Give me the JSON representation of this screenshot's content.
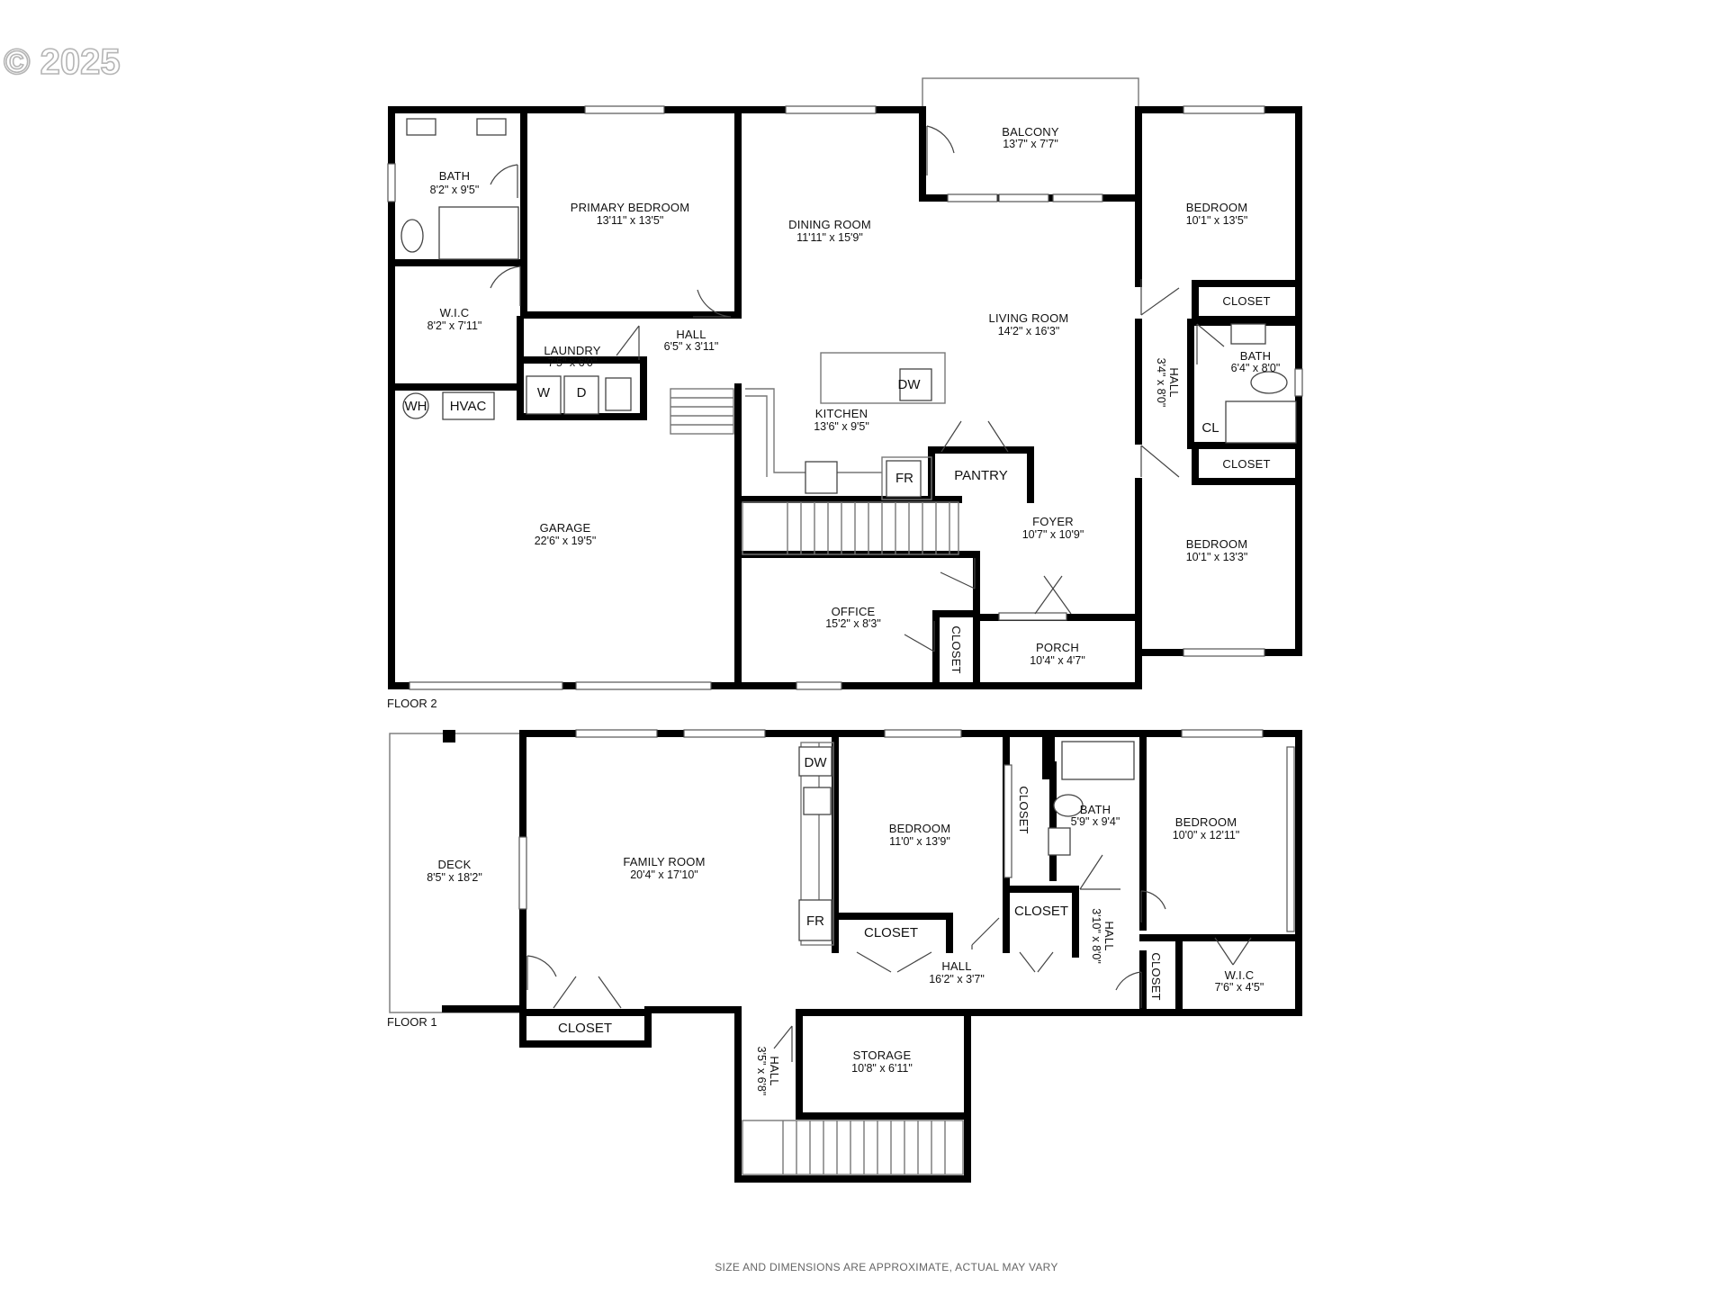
{
  "watermark": "© 2025",
  "disclaimer": "SIZE AND DIMENSIONS ARE APPROXIMATE, ACTUAL MAY VARY",
  "floor2": {
    "label": "FLOOR 2",
    "rooms": {
      "bath_primary": {
        "name": "BATH",
        "dim": "8'2\" x 9'5\""
      },
      "primary_bedroom": {
        "name": "PRIMARY BEDROOM",
        "dim": "13'11\" x 13'5\""
      },
      "wic": {
        "name": "W.I.C",
        "dim": "8'2\" x 7'11\""
      },
      "laundry": {
        "name": "LAUNDRY",
        "dim": "7'5\" x 6'0\""
      },
      "hall": {
        "name": "HALL",
        "dim": "6'5\" x 3'11\""
      },
      "dining_room": {
        "name": "DINING ROOM",
        "dim": "11'11\" x 15'9\""
      },
      "balcony": {
        "name": "BALCONY",
        "dim": "13'7\" x 7'7\""
      },
      "living_room": {
        "name": "LIVING ROOM",
        "dim": "14'2\" x 16'3\""
      },
      "kitchen": {
        "name": "KITCHEN",
        "dim": "13'6\" x 9'5\""
      },
      "bedroom_ne": {
        "name": "BEDROOM",
        "dim": "10'1\" x 13'5\""
      },
      "closet_ne": {
        "name": "CLOSET"
      },
      "bath_east": {
        "name": "BATH",
        "dim": "6'4\" x 8'0\""
      },
      "hall_east": {
        "name": "HALL",
        "dim": "3'4\" x 8'0\""
      },
      "cl": {
        "name": "CL"
      },
      "closet_se": {
        "name": "CLOSET"
      },
      "bedroom_se": {
        "name": "BEDROOM",
        "dim": "10'1\" x 13'3\""
      },
      "garage": {
        "name": "GARAGE",
        "dim": "22'6\" x 19'5\""
      },
      "foyer": {
        "name": "FOYER",
        "dim": "10'7\" x 10'9\""
      },
      "office": {
        "name": "OFFICE",
        "dim": "15'2\" x 8'3\""
      },
      "office_closet": {
        "name": "CLOSET"
      },
      "porch": {
        "name": "PORCH",
        "dim": "10'4\" x 4'7\""
      },
      "pantry": {
        "name": "PANTRY"
      }
    },
    "fixtures": {
      "wh": "WH",
      "hvac": "HVAC",
      "washer": "W",
      "dryer": "D",
      "dw": "DW",
      "fr": "FR"
    }
  },
  "floor1": {
    "label": "FLOOR 1",
    "rooms": {
      "deck": {
        "name": "DECK",
        "dim": "8'5\" x 18'2\""
      },
      "family_room": {
        "name": "FAMILY ROOM",
        "dim": "20'4\" x 17'10\""
      },
      "bedroom_mid": {
        "name": "BEDROOM",
        "dim": "11'0\" x 13'9\""
      },
      "closet_vert": {
        "name": "CLOSET"
      },
      "bath": {
        "name": "BATH",
        "dim": "5'9\" x 9'4\""
      },
      "bedroom_east": {
        "name": "BEDROOM",
        "dim": "10'0\" x 12'11\""
      },
      "closet_mid": {
        "name": "CLOSET"
      },
      "closet_bath": {
        "name": "CLOSET"
      },
      "hall_small": {
        "name": "HALL",
        "dim": "3'10\" x 8'0\""
      },
      "hall_main": {
        "name": "HALL",
        "dim": "16'2\" x 3'7\""
      },
      "closet_hall": {
        "name": "CLOSET"
      },
      "wic": {
        "name": "W.I.C",
        "dim": "7'6\" x 4'5\""
      },
      "closet_deck": {
        "name": "CLOSET"
      },
      "storage": {
        "name": "STORAGE",
        "dim": "10'8\" x 6'11\""
      },
      "hall_stair": {
        "name": "HALL",
        "dim": "3'5\" x 6'8\""
      }
    },
    "fixtures": {
      "dw": "DW",
      "fr": "FR"
    }
  }
}
